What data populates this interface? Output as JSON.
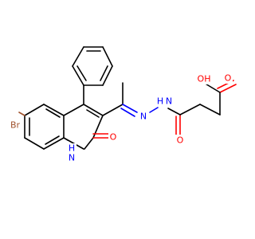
{
  "structure": {
    "atom_labels": {
      "br": "Br",
      "o_quinolinone": "O",
      "nh_quinolinone": "N",
      "h_quinolinone": "H",
      "n_imine": "N",
      "nh_hydrazide": "N",
      "h_hydrazide": "H",
      "o_amide": "O",
      "o_acid_carbonyl": "O",
      "oh_acid": "OH"
    },
    "colors": {
      "bond": "#000000",
      "bromine": "#a0522d",
      "oxygen": "#ff0000",
      "nitrogen": "#0000ff"
    }
  }
}
